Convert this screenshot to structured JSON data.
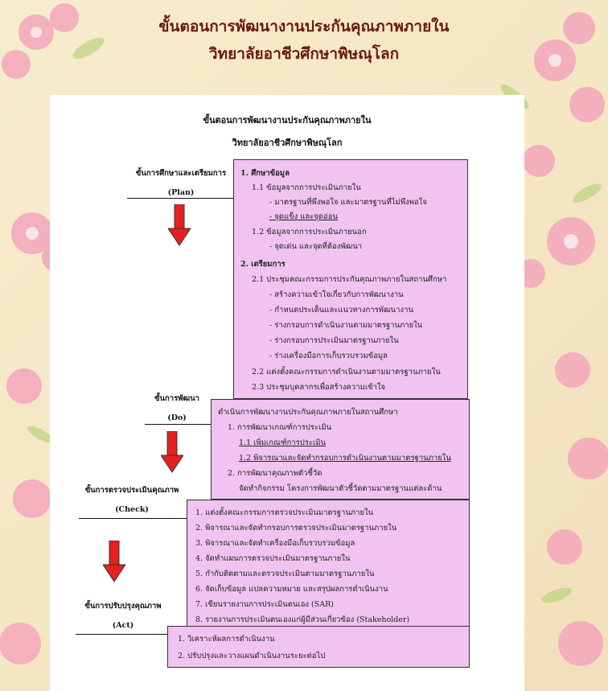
{
  "page_title": {
    "line1": "ขั้นตอนการพัฒนางานประกันคุณภาพภายใน",
    "line2": "วิทยาลัยอาชีวศึกษาพิษณุโลก"
  },
  "doc_title": {
    "line1": "ขั้นตอนการพัฒนางานประกันคุณภาพภายใน",
    "line2": "วิทยาลัยอาชีวศึกษาพิษณุโลก"
  },
  "phases": {
    "plan": {
      "th": "ขั้นการศึกษาและเตรียมการ",
      "en": "(Plan)",
      "items": [
        "1. ศึกษาข้อมูล",
        "1.1 ข้อมูลจากการประเมินภายใน",
        "- มาตรฐานที่พึงพอใจ และมาตรฐานที่ไม่พึงพอใจ",
        "- จุดแข็ง และจุดอ่อน",
        "1.2 ข้อมูลจากการประเมินภายนอก",
        "- จุดเด่น และจุดที่ต้องพัฒนา",
        "2. เตรียมการ",
        "2.1 ประชุมคณะกรรมการประกันคุณภาพภายในสถานศึกษา",
        "- สร้างความเข้าใจเกี่ยวกับการพัฒนางาน",
        "- กำหนดประเด็นและแนวทางการพัฒนางาน",
        "- ร่างกรอบการดำเนินงานตามมาตรฐานภายใน",
        "- ร่างกรอบการประเมินมาตรฐานภายใน",
        "- ร่างเครื่องมือการเก็บรวบรวมข้อมูล",
        "2.2 แต่งตั้งคณะกรรมการดำเนินงานตามมาตรฐานภายใน",
        "2.3 ประชุมบุคลากรเพื่อสร้างความเข้าใจ"
      ]
    },
    "do": {
      "th": "ขั้นการพัฒนา",
      "en": "(Do)",
      "items": [
        "ดำเนินการพัฒนางานประกันคุณภาพภายในสถานศึกษา",
        "1. การพัฒนาเกณฑ์การประเมิน",
        "1.1 เพิ่มเกณฑ์การประเมิน",
        "1.2 พิจารณาและจัดทำกรอบการดำเนินงานตามมาตรฐานภายใน",
        "2. การพัฒนาคุณภาพตัวชี้วัด",
        "จัดทำกิจกรรม โครงการพัฒนาตัวชี้วัดตามมาตรฐานแต่ละด้าน"
      ]
    },
    "check": {
      "th": "ขั้นการตรวจประเมินคุณภาพ",
      "en": "(Check)",
      "items": [
        "1. แต่งตั้งคณะกรรมการตรวจประเมินมาตรฐานภายใน",
        "2. พิจารณาและจัดทำกรอบการตรวจประเมินมาตรฐานภายใน",
        "3. พิจารณาและจัดทำเครื่องมือเก็บรวบรวมข้อมูล",
        "4. จัดทำแผนการตรวจประเมินมาตรฐานภายใน",
        "5. กำกับติดตามและตรวจประเมินตามมาตรฐานภายใน",
        "6. จัดเก็บข้อมูล แปลความหมาย และสรุปผลการดำเนินงาน",
        "7. เขียนรายงานการประเมินตนเอง (SAR)",
        "8. รายงานการประเมินตนเองแก่ผู้มีส่วนเกี่ยวข้อง (Stakeholder)"
      ]
    },
    "act": {
      "th": "ขั้นการปรับปรุงคุณภาพ",
      "en": "(Act)",
      "items": [
        "1. วิเคราะห์ผลการดำเนินงาน",
        "2. ปรับปรุงและวางแผนดำเนินงานระยะต่อไป"
      ]
    }
  },
  "colors": {
    "box_fill": "#f0c3f0",
    "arrow": "#e62020",
    "title": "#6a1a10"
  }
}
